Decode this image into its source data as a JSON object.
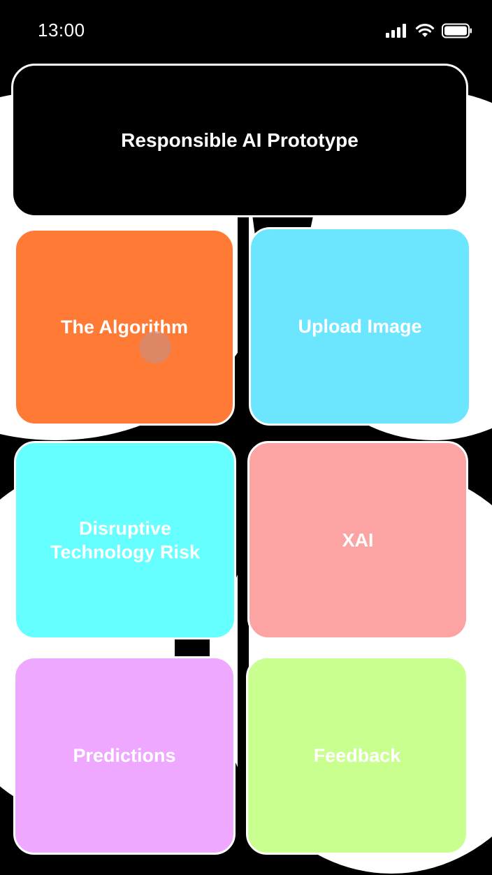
{
  "status_bar": {
    "time": "13:00",
    "icons": [
      "signal-icon",
      "wifi-icon",
      "battery-icon"
    ]
  },
  "header": {
    "title": "Responsible AI Prototype",
    "background": "#000000"
  },
  "tiles": [
    {
      "label": "The Algorithm",
      "color": "#FF7A35"
    },
    {
      "label": "Upload Image",
      "color": "#6CE6FF"
    },
    {
      "label": "Disruptive Technology Risk",
      "color": "#66FFFF"
    },
    {
      "label": "XAI",
      "color": "#FCA3A3"
    },
    {
      "label": "Predictions",
      "color": "#EFA8FF"
    },
    {
      "label": "Feedback",
      "color": "#C8FF8F"
    }
  ]
}
